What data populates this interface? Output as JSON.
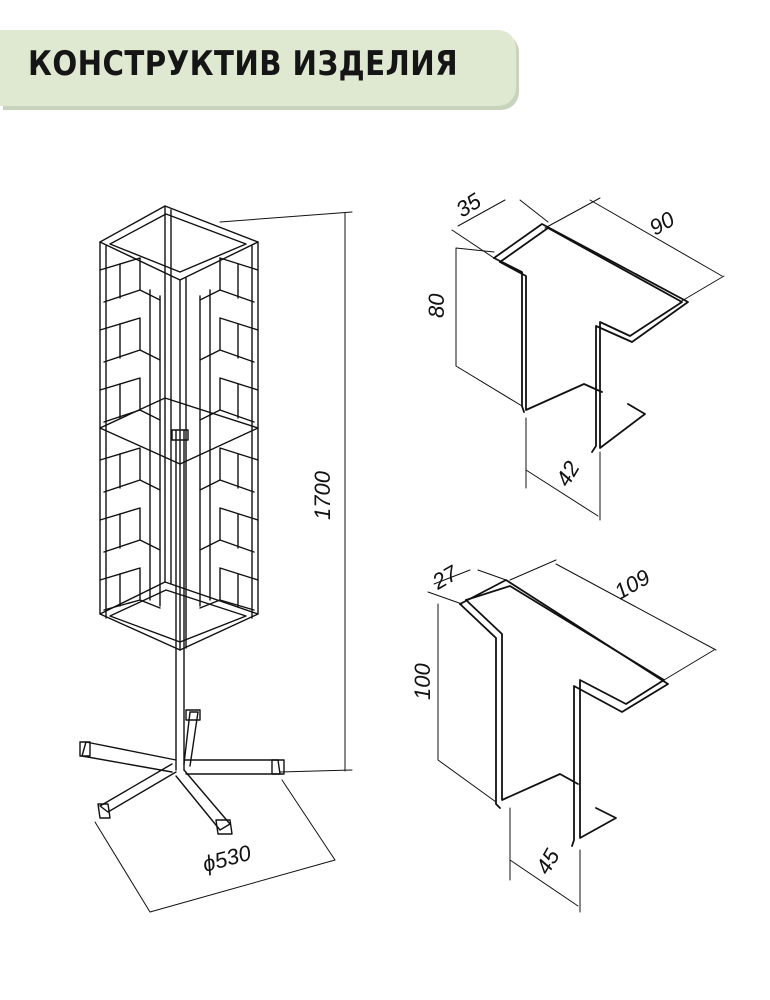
{
  "header": {
    "title": "КОНСТРУКТИВ ИЗДЕЛИЯ"
  },
  "colors": {
    "banner_bg": "#dfe9d2",
    "line": "#111111"
  },
  "stand": {
    "height_label": "1700",
    "base_diameter_label": "ϕ530"
  },
  "hook_small": {
    "depth_label": "35",
    "length_label": "90",
    "height_label": "80",
    "tip_label": "42"
  },
  "hook_large": {
    "depth_label": "27",
    "length_label": "109",
    "height_label": "100",
    "tip_label": "45"
  }
}
